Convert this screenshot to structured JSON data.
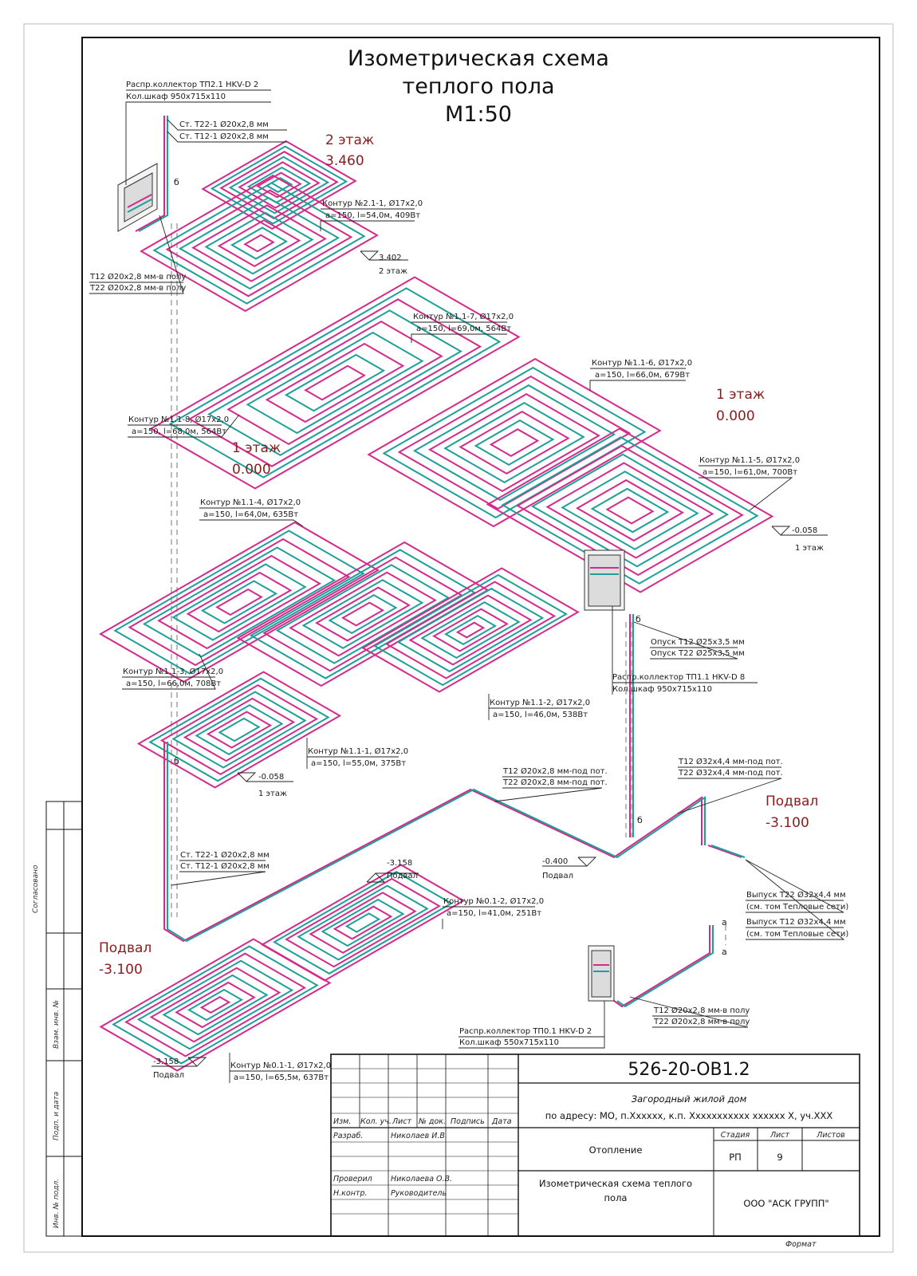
{
  "title": [
    "Изометрическая схема",
    "теплого пола",
    "М1:50"
  ],
  "colors": {
    "supply": "#d42a8c",
    "return": "#1f9f9a",
    "frame": "#111111",
    "level_text": "#8a1c1c"
  },
  "levels": [
    {
      "name": "2 этаж",
      "elev": "3.460"
    },
    {
      "name": "1 этаж",
      "elev": "0.000"
    },
    {
      "name": "1 этаж",
      "elev": "0.000"
    },
    {
      "name": "Подвал",
      "elev": "-3.100"
    },
    {
      "name": "Подвал",
      "elev": "-3.100"
    }
  ],
  "collectors": [
    {
      "line1": "Распр.коллектор ТП2.1 HKV-D 2",
      "line2": "Кол.шкаф 950х715х110"
    },
    {
      "line1": "Распр.коллектор ТП1.1 HKV-D 8",
      "line2": "Кол.шкаф 950х715х110"
    },
    {
      "line1": "Распр.коллектор ТП0.1 HKV-D 2",
      "line2": "Кол.шкаф 550х715х110"
    }
  ],
  "contours": [
    {
      "line1": "Контур №2.1-1, Ø17х2,0",
      "line2": "а=150, l=54,0м, 409Вт"
    },
    {
      "line1": "Контур №1.1-7, Ø17х2,0",
      "line2": "а=150, l=69,0м, 564Вт"
    },
    {
      "line1": "Контур №1.1-6, Ø17х2,0",
      "line2": "а=150, l=66,0м, 679Вт"
    },
    {
      "line1": "Контур №1.1-8, Ø17х2,0",
      "line2": "а=150, l=68,0м, 564Вт"
    },
    {
      "line1": "Контур №1.1-5, Ø17х2,0",
      "line2": "а=150, l=61,0м, 700Вт"
    },
    {
      "line1": "Контур №1.1-4, Ø17х2,0",
      "line2": "а=150, l=64,0м, 635Вт"
    },
    {
      "line1": "Контур №1.1-3, Ø17х2,0",
      "line2": "а=150, l=66,0м, 708Вт"
    },
    {
      "line1": "Контур №1.1-2, Ø17х2,0",
      "line2": "а=150, l=46,0м, 538Вт"
    },
    {
      "line1": "Контур №1.1-1, Ø17х2,0",
      "line2": "а=150, l=55,0м, 375Вт"
    },
    {
      "line1": "Контур №0.1-2, Ø17х2,0",
      "line2": "а=150, l=41,0м, 251Вт"
    },
    {
      "line1": "Контур №0.1-1, Ø17х2,0",
      "line2": "а=150, l=65,5м, 637Вт"
    }
  ],
  "pipes": [
    {
      "line1": "Ст. Т22-1 Ø20х2,8 мм",
      "line2": "Ст. Т12-1 Ø20х2,8 мм"
    },
    {
      "line1": "Т12 Ø20х2,8 мм-в полу",
      "line2": "Т22 Ø20х2,8 мм-в полу"
    },
    {
      "line1": "Опуск Т12 Ø25х3,5 мм",
      "line2": "Опуск Т22 Ø25х3,5 мм"
    },
    {
      "line1": "Т12 Ø20х2,8 мм-под пот.",
      "line2": "Т22 Ø20х2,8 мм-под пот."
    },
    {
      "line1": "Т12 Ø32х4,4 мм-под пот.",
      "line2": "Т22 Ø32х4,4 мм-под пот."
    },
    {
      "line1": "Ст. Т22-1 Ø20х2,8 мм",
      "line2": "Ст. Т12-1 Ø20х2,8 мм"
    },
    {
      "line1": "Т12 Ø20х2,8 мм-в полу",
      "line2": "Т22 Ø20х2,8 мм-в полу"
    }
  ],
  "outlets": [
    {
      "line1": "Выпуск Т22 Ø32х4,4 мм",
      "line2": "(см. том Тепловые сети)"
    },
    {
      "line1": "Выпуск Т12 Ø32х4,4 мм",
      "line2": "(см. том Тепловые сети)"
    }
  ],
  "elevations": [
    {
      "value": "3.402",
      "label": "2 этаж"
    },
    {
      "value": "-0.058",
      "label": "1 этаж"
    },
    {
      "value": "-0.058",
      "label": "1 этаж"
    },
    {
      "value": "-0.400",
      "label": "Подвал"
    },
    {
      "value": "-3.158",
      "label": "Подвал"
    },
    {
      "value": "-3.158",
      "label": "Подвал"
    }
  ],
  "marks": {
    "b": "б",
    "a": "а"
  },
  "side_stamp": {
    "agreed": "Согласовано",
    "inv_vzam": "Взам. инв. №",
    "sign_date": "Подп. и дата",
    "inv_podl": "Инв. № подл."
  },
  "title_block": {
    "code": "526-20-ОВ1.2",
    "object_line1": "Загородный жилой дом",
    "object_line2": "по адресу: МО, п.Хxxxxx, к.п. Xxxxxxxxxxx xxxxxx X, уч.XXX",
    "cols": [
      "Изм.",
      "Кол. уч.",
      "Лист",
      "№ док.",
      "Подпись",
      "Дата"
    ],
    "roles": [
      {
        "role": "Разраб.",
        "name": "Николаев И.В."
      },
      {
        "role": "Проверил",
        "name": "Николаева О.В."
      },
      {
        "role": "Н.контр.",
        "name": "Руководитель"
      }
    ],
    "section": "Отопление",
    "sheet_title_1": "Изометрическая схема теплого",
    "sheet_title_2": "пола",
    "stage_label": "Стадия",
    "sheet_label": "Лист",
    "sheets_label": "Листов",
    "stage": "РП",
    "sheet": "9",
    "org": "ООО \"АСК ГРУПП\"",
    "format": "Формат"
  }
}
